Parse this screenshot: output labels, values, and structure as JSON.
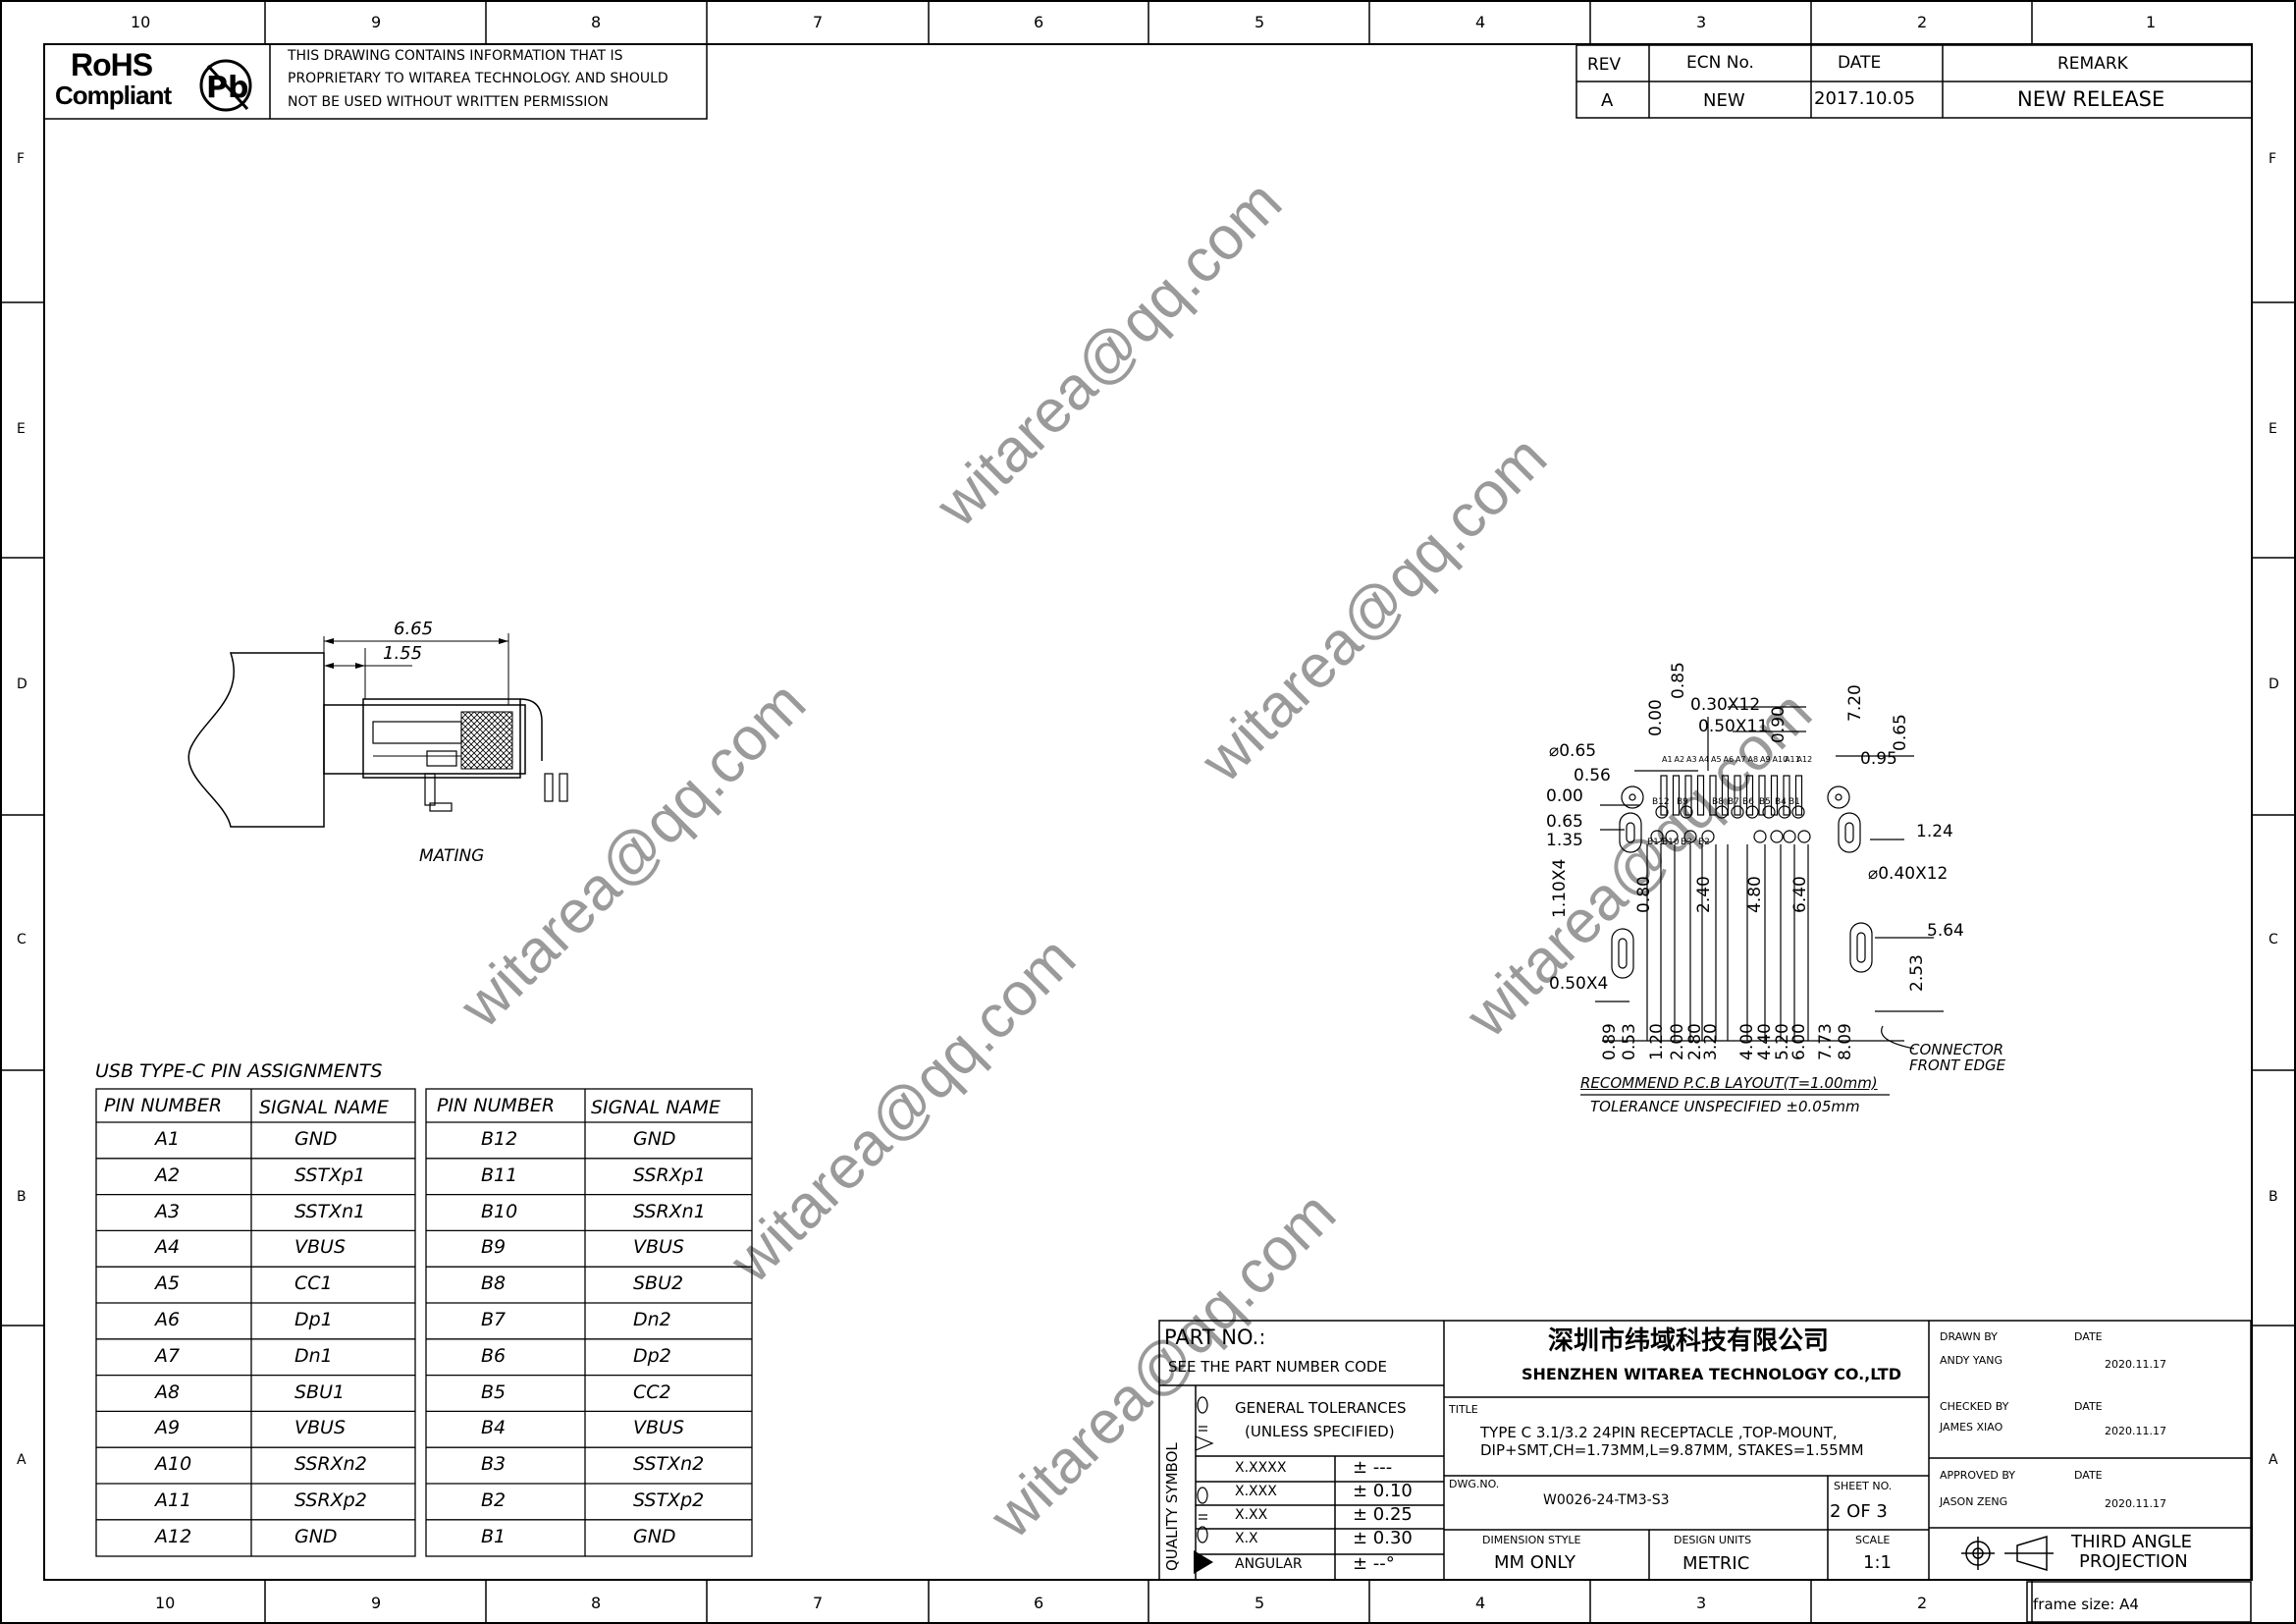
{
  "border": {
    "top_cols": [
      "10",
      "9",
      "8",
      "7",
      "6",
      "5",
      "4",
      "3",
      "2",
      "1"
    ],
    "bottom_cols": [
      "10",
      "9",
      "8",
      "7",
      "6",
      "5",
      "4",
      "3",
      "2",
      "1"
    ],
    "rows": [
      "F",
      "E",
      "D",
      "C",
      "B",
      "A"
    ]
  },
  "header": {
    "rohs_line1": "RoHS",
    "rohs_line2": "Compliant",
    "pb_symbol": "Pb",
    "notice": [
      "THIS DRAWING CONTAINS INFORMATION THAT IS",
      "PROPRIETARY TO WITAREA TECHNOLOGY. AND SHOULD",
      "NOT BE USED WITHOUT WRITTEN PERMISSION"
    ]
  },
  "revision": {
    "headers": [
      "REV",
      "ECN No.",
      "DATE",
      "REMARK"
    ],
    "row": [
      "A",
      "NEW",
      "2017.10.05",
      "NEW RELEASE"
    ]
  },
  "watermark": "witarea@qq.com",
  "mating": {
    "dim_outer": "6.65",
    "dim_inner": "1.55",
    "caption": "MATING"
  },
  "pin_table": {
    "title": "USB TYPE-C PIN ASSIGNMENTS",
    "headers": [
      "PIN NUMBER",
      "SIGNAL NAME"
    ],
    "left": [
      [
        "A1",
        "GND"
      ],
      [
        "A2",
        "SSTXp1"
      ],
      [
        "A3",
        "SSTXn1"
      ],
      [
        "A4",
        "VBUS"
      ],
      [
        "A5",
        "CC1"
      ],
      [
        "A6",
        "Dp1"
      ],
      [
        "A7",
        "Dn1"
      ],
      [
        "A8",
        "SBU1"
      ],
      [
        "A9",
        "VBUS"
      ],
      [
        "A10",
        "SSRXn2"
      ],
      [
        "A11",
        "SSRXp2"
      ],
      [
        "A12",
        "GND"
      ]
    ],
    "right": [
      [
        "B12",
        "GND"
      ],
      [
        "B11",
        "SSRXp1"
      ],
      [
        "B10",
        "SSRXn1"
      ],
      [
        "B9",
        "VBUS"
      ],
      [
        "B8",
        "SBU2"
      ],
      [
        "B7",
        "Dn2"
      ],
      [
        "B6",
        "Dp2"
      ],
      [
        "B5",
        "CC2"
      ],
      [
        "B4",
        "VBUS"
      ],
      [
        "B3",
        "SSTXn2"
      ],
      [
        "B2",
        "SSTXp2"
      ],
      [
        "B1",
        "GND"
      ]
    ]
  },
  "pcb_layout": {
    "top_dims": [
      "0.30X12",
      "0.50X11",
      "0.85",
      "0.00",
      "0.90",
      "7.20",
      "0.65",
      "0.95"
    ],
    "left_dims": [
      "⌀0.65",
      "0.56",
      "0.00",
      "0.65",
      "1.35",
      "1.10X4",
      "0.50X4"
    ],
    "right_dims": [
      "1.24",
      "⌀0.40X12",
      "5.64",
      "2.53"
    ],
    "vertical_dims": [
      "0.80",
      "2.40",
      "4.80",
      "6.40"
    ],
    "bottom_dims": [
      "0.89",
      "0.53",
      "1.20",
      "2.00",
      "2.80",
      "3.20",
      "4.00",
      "4.40",
      "5.20",
      "6.00",
      "7.73",
      "8.09"
    ],
    "pin_labels_top": [
      "A1",
      "A2",
      "A3",
      "A4",
      "A5",
      "A6",
      "A7",
      "A8",
      "A9",
      "A10",
      "A11",
      "A12"
    ],
    "pin_labels_row1": [
      "B12",
      "B9",
      "B8",
      "B7",
      "B6",
      "B5",
      "B4",
      "B1"
    ],
    "pin_labels_row2": [
      "B11",
      "B10",
      "B3",
      "B2"
    ],
    "connector_note": [
      "CONNECTOR",
      "FRONT EDGE"
    ],
    "caption": "RECOMMEND P.C.B LAYOUT(T=1.00mm)",
    "tolerance": "TOLERANCE UNSPECIFIED ±0.05mm"
  },
  "title_block": {
    "part_no_label": "PART NO.:",
    "part_no_note": "SEE THE PART NUMBER CODE",
    "company_cn": "深圳市纬域科技有限公司",
    "company_en": "SHENZHEN WITAREA TECHNOLOGY CO.,LTD",
    "tolerances_title": "GENERAL TOLERANCES",
    "tolerances_sub": "(UNLESS SPECIFIED)",
    "quality_symbol": "QUALITY SYMBOL",
    "tolerances": [
      [
        "X.XXXX",
        "± ---"
      ],
      [
        "X.XXX",
        "± 0.10"
      ],
      [
        "X.XX",
        "± 0.25"
      ],
      [
        "X.X",
        "± 0.30"
      ],
      [
        "ANGULAR",
        "± --°"
      ]
    ],
    "title_label": "TITLE",
    "title_line1": "TYPE C 3.1/3.2 24PIN RECEPTACLE ,TOP-MOUNT,",
    "title_line2": "DIP+SMT,CH=1.73MM,L=9.87MM, STAKES=1.55MM",
    "dwg_label": "DWG.NO.",
    "dwg_no": "W0026-24-TM3-S3",
    "sheet_label": "SHEET NO.",
    "sheet": "2 OF 3",
    "dim_style_label": "DIMENSION STYLE",
    "dim_style": "MM ONLY",
    "design_units_label": "DESIGN UNITS",
    "design_units": "METRIC",
    "scale_label": "SCALE",
    "scale": "1:1",
    "drawn_by_label": "DRAWN BY",
    "drawn_by": "ANDY YANG",
    "checked_by_label": "CHECKED BY",
    "checked_by": "JAMES XIAO",
    "approved_by_label": "APPROVED BY",
    "approved_by": "JASON ZENG",
    "date_label": "DATE",
    "date1": "2020.11.17",
    "date2": "2020.11.17",
    "date3": "2020.11.17",
    "projection": [
      "THIRD ANGLE",
      "PROJECTION"
    ],
    "frame_size": "frame size: A4"
  }
}
